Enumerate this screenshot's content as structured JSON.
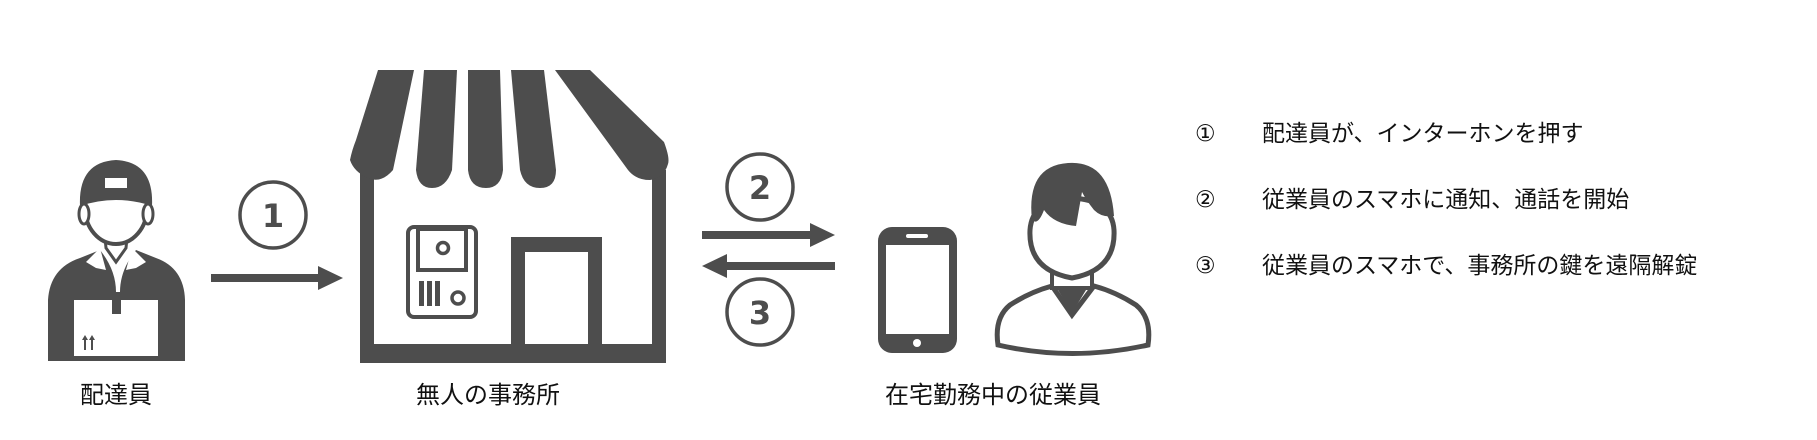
{
  "diagram": {
    "icon_color": "#4d4d4d",
    "actors": [
      {
        "id": "delivery-person",
        "label": "配達員"
      },
      {
        "id": "unmanned-office",
        "label": "無人の事務所"
      },
      {
        "id": "remote-employee",
        "label": "在宅勤務中の従業員"
      }
    ],
    "flows": [
      {
        "step": "1",
        "from": "delivery-person",
        "to": "unmanned-office",
        "direction": "right"
      },
      {
        "step": "2",
        "from": "unmanned-office",
        "to": "remote-employee",
        "direction": "right"
      },
      {
        "step": "3",
        "from": "remote-employee",
        "to": "unmanned-office",
        "direction": "left"
      }
    ]
  },
  "legend": {
    "steps": [
      {
        "num": "①",
        "text": "配達員が、インターホンを押す"
      },
      {
        "num": "②",
        "text": "従業員のスマホに通知、通話を開始"
      },
      {
        "num": "③",
        "text": "従業員のスマホで、事務所の鍵を遠隔解錠"
      }
    ]
  }
}
